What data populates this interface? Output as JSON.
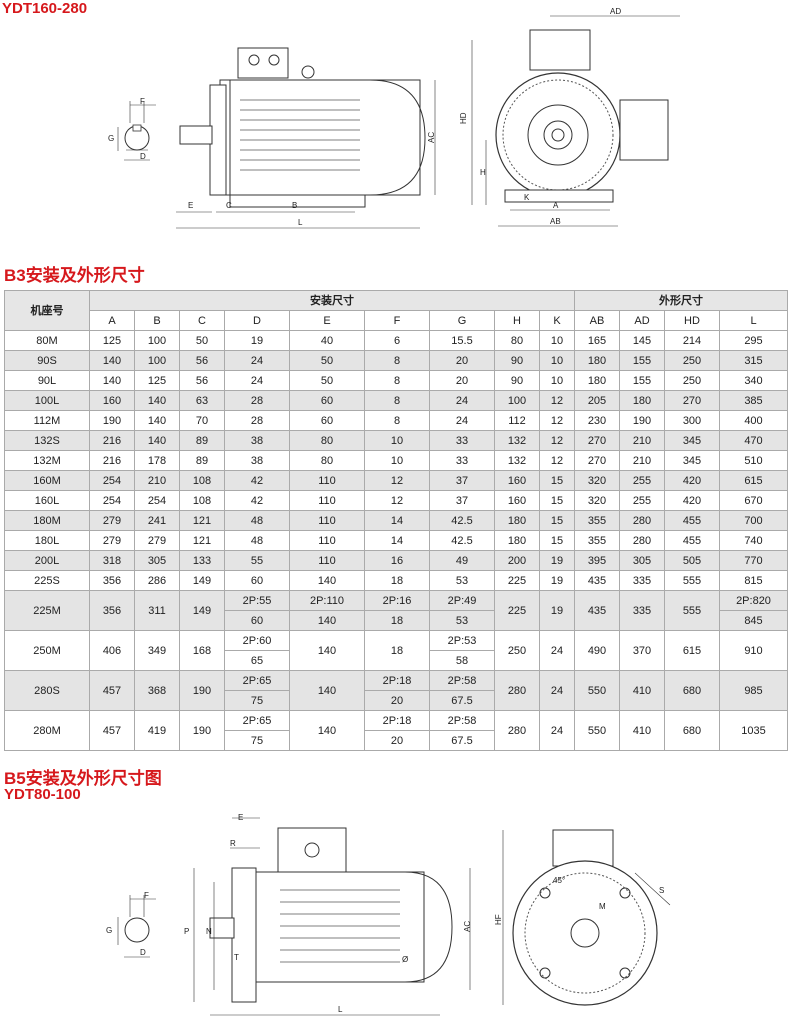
{
  "titles": {
    "top": "YDT160-280",
    "b3": "B3安装及外形尺寸",
    "b5": "B5安装及外形尺寸图",
    "b5_sub": "YDT80-100"
  },
  "drawing_labels": {
    "F": "F",
    "G": "G",
    "D": "D",
    "E": "E",
    "C": "C",
    "B": "B",
    "L": "L",
    "AC": "AC",
    "AD": "AD",
    "HD": "HD",
    "H": "H",
    "K": "K",
    "A": "A",
    "AB": "AB",
    "R": "R",
    "P": "P",
    "N": "N",
    "T": "T",
    "HF": "HF",
    "M": "M",
    "S": "S",
    "angle": "45°",
    "phi": "Ø"
  },
  "table": {
    "header_frame": "机座号",
    "header_install": "安装尺寸",
    "header_outline": "外形尺寸",
    "install_cols": [
      "A",
      "B",
      "C",
      "D",
      "E",
      "F",
      "G",
      "H",
      "K"
    ],
    "outline_cols": [
      "AB",
      "AD",
      "HD",
      "L"
    ],
    "rows": [
      [
        "80M",
        "125",
        "100",
        "50",
        "19",
        "40",
        "6",
        "15.5",
        "80",
        "10",
        "165",
        "145",
        "214",
        "295"
      ],
      [
        "90S",
        "140",
        "100",
        "56",
        "24",
        "50",
        "8",
        "20",
        "90",
        "10",
        "180",
        "155",
        "250",
        "315"
      ],
      [
        "90L",
        "140",
        "125",
        "56",
        "24",
        "50",
        "8",
        "20",
        "90",
        "10",
        "180",
        "155",
        "250",
        "340"
      ],
      [
        "100L",
        "160",
        "140",
        "63",
        "28",
        "60",
        "8",
        "24",
        "100",
        "12",
        "205",
        "180",
        "270",
        "385"
      ],
      [
        "112M",
        "190",
        "140",
        "70",
        "28",
        "60",
        "8",
        "24",
        "112",
        "12",
        "230",
        "190",
        "300",
        "400"
      ],
      [
        "132S",
        "216",
        "140",
        "89",
        "38",
        "80",
        "10",
        "33",
        "132",
        "12",
        "270",
        "210",
        "345",
        "470"
      ],
      [
        "132M",
        "216",
        "178",
        "89",
        "38",
        "80",
        "10",
        "33",
        "132",
        "12",
        "270",
        "210",
        "345",
        "510"
      ],
      [
        "160M",
        "254",
        "210",
        "108",
        "42",
        "110",
        "12",
        "37",
        "160",
        "15",
        "320",
        "255",
        "420",
        "615"
      ],
      [
        "160L",
        "254",
        "254",
        "108",
        "42",
        "110",
        "12",
        "37",
        "160",
        "15",
        "320",
        "255",
        "420",
        "670"
      ],
      [
        "180M",
        "279",
        "241",
        "121",
        "48",
        "110",
        "14",
        "42.5",
        "180",
        "15",
        "355",
        "280",
        "455",
        "700"
      ],
      [
        "180L",
        "279",
        "279",
        "121",
        "48",
        "110",
        "14",
        "42.5",
        "180",
        "15",
        "355",
        "280",
        "455",
        "740"
      ],
      [
        "200L",
        "318",
        "305",
        "133",
        "55",
        "110",
        "16",
        "49",
        "200",
        "19",
        "395",
        "305",
        "505",
        "770"
      ],
      [
        "225S",
        "356",
        "286",
        "149",
        "60",
        "140",
        "18",
        "53",
        "225",
        "19",
        "435",
        "335",
        "555",
        "815"
      ]
    ],
    "double_rows": [
      {
        "frame": "225M",
        "A": "356",
        "B": "311",
        "C": "149",
        "D": [
          "2P:55",
          "60"
        ],
        "E": [
          "2P:110",
          "140"
        ],
        "F": [
          "2P:16",
          "18"
        ],
        "G": [
          "2P:49",
          "53"
        ],
        "H": "225",
        "K": "19",
        "AB": "435",
        "AD": "335",
        "HD": "555",
        "L": [
          "2P:820",
          "845"
        ]
      },
      {
        "frame": "250M",
        "A": "406",
        "B": "349",
        "C": "168",
        "D": [
          "2P:60",
          "65"
        ],
        "E": "140",
        "F": "18",
        "G": [
          "2P:53",
          "58"
        ],
        "H": "250",
        "K": "24",
        "AB": "490",
        "AD": "370",
        "HD": "615",
        "L": "910"
      },
      {
        "frame": "280S",
        "A": "457",
        "B": "368",
        "C": "190",
        "D": [
          "2P:65",
          "75"
        ],
        "E": "140",
        "F": [
          "2P:18",
          "20"
        ],
        "G": [
          "2P:58",
          "67.5"
        ],
        "H": "280",
        "K": "24",
        "AB": "550",
        "AD": "410",
        "HD": "680",
        "L": "985"
      },
      {
        "frame": "280M",
        "A": "457",
        "B": "419",
        "C": "190",
        "D": [
          "2P:65",
          "75"
        ],
        "E": "140",
        "F": [
          "2P:18",
          "20"
        ],
        "G": [
          "2P:58",
          "67.5"
        ],
        "H": "280",
        "K": "24",
        "AB": "550",
        "AD": "410",
        "HD": "680",
        "L": "1035"
      }
    ]
  }
}
